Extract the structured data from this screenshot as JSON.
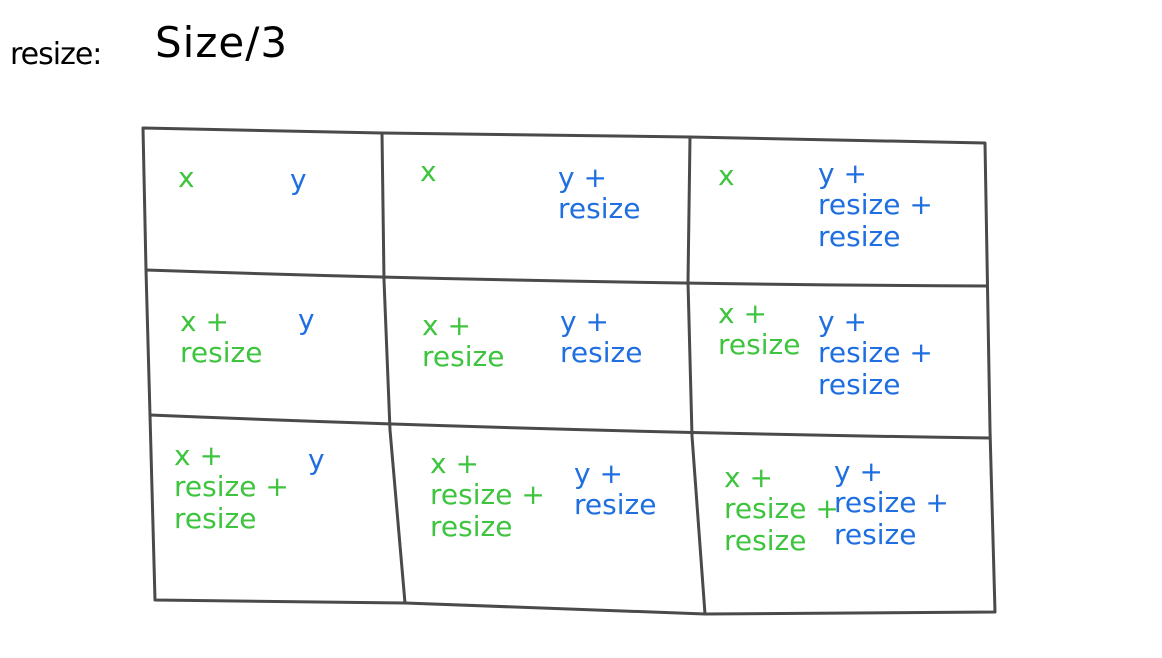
{
  "title": {
    "left": "resize:",
    "right": "Size/3"
  },
  "colors": {
    "x": "#3ec43e",
    "y": "#1f6fe0",
    "ink": "#222222",
    "grid": "#4a4a4a"
  },
  "cells": [
    {
      "x": "x",
      "y": "y"
    },
    {
      "x": "x",
      "y": "y +\nresize"
    },
    {
      "x": "x",
      "y": "y +\nresize +\nresize"
    },
    {
      "x": "x +\nresize",
      "y": "y"
    },
    {
      "x": "x +\nresize",
      "y": "y +\nresize"
    },
    {
      "x": "x +\nresize",
      "y": "y +\nresize +\nresize"
    },
    {
      "x": "x +\nresize +\nresize",
      "y": "y"
    },
    {
      "x": "x +\nresize +\nresize",
      "y": "y +\nresize"
    },
    {
      "x": "x +\nresize +\nresize",
      "y": "y +\nresize +\nresize"
    }
  ]
}
